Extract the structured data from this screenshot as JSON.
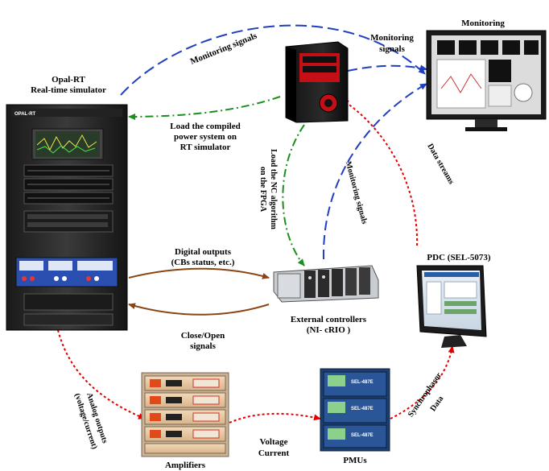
{
  "labels": {
    "opal_rt": [
      "Opal-RT",
      "Real-time simulator"
    ],
    "monitoring_title": "Monitoring",
    "monitoring_signals_arc": "Monitoring signals",
    "monitoring_signals_right": [
      "Monitoring",
      "signals"
    ],
    "load_compiled": [
      "Load the compiled",
      "power system on",
      "RT simulator"
    ],
    "load_nc": [
      "Load the NC algorithm",
      "on the FPGA"
    ],
    "monitoring_signals_vert": "Monitoring signals",
    "data_streams": "Data streams",
    "digital_outputs": [
      "Digital outputs",
      "(CBs status, etc.)"
    ],
    "pdc": "PDC (SEL-5073)",
    "external_controllers": [
      "External controllers",
      "(NI- cRIO )"
    ],
    "close_open": [
      "Close/Open",
      "signals"
    ],
    "analog_outputs": [
      "Analog outputs",
      "(voltage/current)"
    ],
    "synchrophasor": [
      "Synchrophasor",
      "Data"
    ],
    "voltage_current": [
      "Voltage",
      "Current"
    ],
    "amplifiers": "Amplifiers",
    "pmus": "PMUs"
  },
  "devices": {
    "pmu_brand": "SEL-487E",
    "opal_brand": "OPAL-RT"
  },
  "colors": {
    "blue_dash": "#1f3fbf",
    "green_dashdot": "#1a8f1a",
    "red_dot": "#e00000",
    "brown": "#8b4513"
  }
}
